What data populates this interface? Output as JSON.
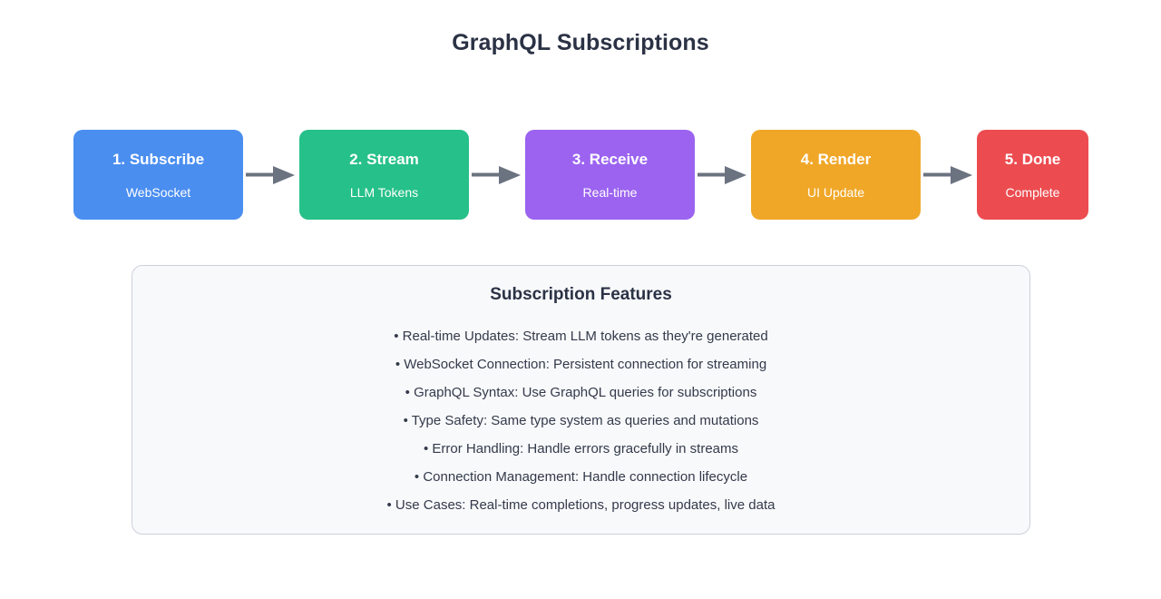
{
  "page": {
    "title": "GraphQL Subscriptions",
    "background_color": "#ffffff"
  },
  "flow": {
    "arrow_color": "#6b7280",
    "nodes": [
      {
        "title": "1. Subscribe",
        "subtitle": "WebSocket",
        "color": "#4a8ef0",
        "icon": "step-node-icon"
      },
      {
        "title": "2. Stream",
        "subtitle": "LLM Tokens",
        "color": "#26c08a",
        "icon": "step-node-icon"
      },
      {
        "title": "3. Receive",
        "subtitle": "Real-time",
        "color": "#9b63f0",
        "icon": "step-node-icon"
      },
      {
        "title": "4. Render",
        "subtitle": "UI Update",
        "color": "#f0a728",
        "icon": "step-node-icon"
      },
      {
        "title": "5. Done",
        "subtitle": "Complete",
        "color": "#ec4c50",
        "icon": "step-node-icon"
      }
    ],
    "arrows": [
      {
        "icon": "arrow-right-icon"
      },
      {
        "icon": "arrow-right-icon"
      },
      {
        "icon": "arrow-right-icon"
      },
      {
        "icon": "arrow-right-icon"
      }
    ]
  },
  "features_panel": {
    "heading": "Subscription Features",
    "background_color": "#f8f9fb",
    "border_color": "#ccd0d9",
    "items": [
      "• Real-time Updates: Stream LLM tokens as they're generated",
      "• WebSocket Connection: Persistent connection for streaming",
      "• GraphQL Syntax: Use GraphQL queries for subscriptions",
      "• Type Safety: Same type system as queries and mutations",
      "• Error Handling: Handle errors gracefully in streams",
      "• Connection Management: Handle connection lifecycle",
      "• Use Cases: Real-time completions, progress updates, live data"
    ]
  }
}
